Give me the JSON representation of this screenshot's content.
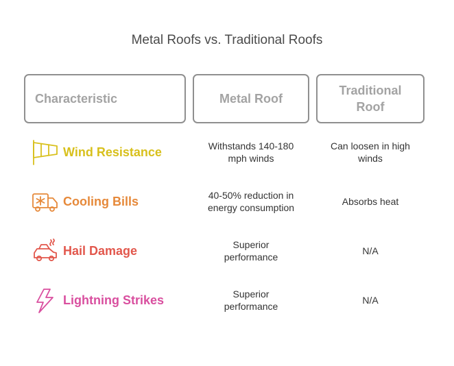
{
  "title": "Metal Roofs vs. Traditional Roofs",
  "header": {
    "characteristic": "Characteristic",
    "metal": "Metal Roof",
    "traditional": "Traditional Roof"
  },
  "rows": [
    {
      "label": "Wind Resistance",
      "icon": "windsock-icon",
      "color": "#d8c01c",
      "metal": "Withstands 140-180 mph winds",
      "traditional": "Can loosen in high winds"
    },
    {
      "label": "Cooling Bills",
      "icon": "refrigerated-truck-icon",
      "color": "#e6893a",
      "metal": "40-50% reduction in energy consumption",
      "traditional": "Absorbs heat"
    },
    {
      "label": "Hail Damage",
      "icon": "damaged-car-icon",
      "color": "#e2574c",
      "metal": "Superior performance",
      "traditional": "N/A"
    },
    {
      "label": "Lightning Strikes",
      "icon": "lightning-bolt-icon",
      "color": "#d94f9f",
      "metal": "Superior performance",
      "traditional": "N/A"
    }
  ]
}
